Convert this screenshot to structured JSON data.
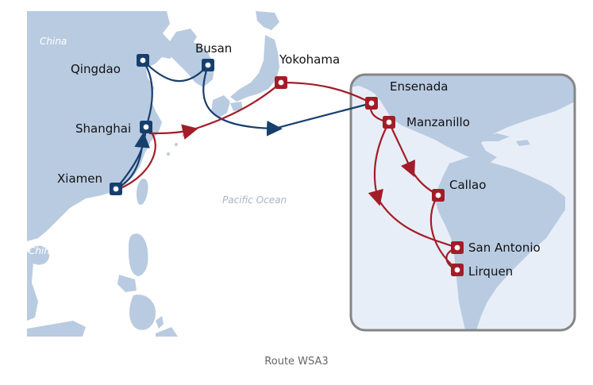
{
  "caption": "Route WSA3",
  "labels": {
    "region": "China",
    "ocean": "Pacific  Ocean"
  },
  "ports": {
    "qingdao": "Qingdao",
    "busan": "Busan",
    "yokohama": "Yokohama",
    "shanghai": "Shanghai",
    "xiamen": "Xiamen",
    "ensenada": "Ensenada",
    "manzanillo": "Manzanillo",
    "callao": "Callao",
    "san_antonio": "San Antonio",
    "lirquen": "Lirquen"
  },
  "colors": {
    "land": "#b9cbe1",
    "inset_bg": "#e8eef7",
    "inset_border": "#858585",
    "route_asia": "#173f6e",
    "route_americas": "#a31c28",
    "caption": "#666666"
  },
  "icons": {
    "asia_port": "square-port-marker-blue",
    "americas_port": "square-port-marker-red"
  }
}
